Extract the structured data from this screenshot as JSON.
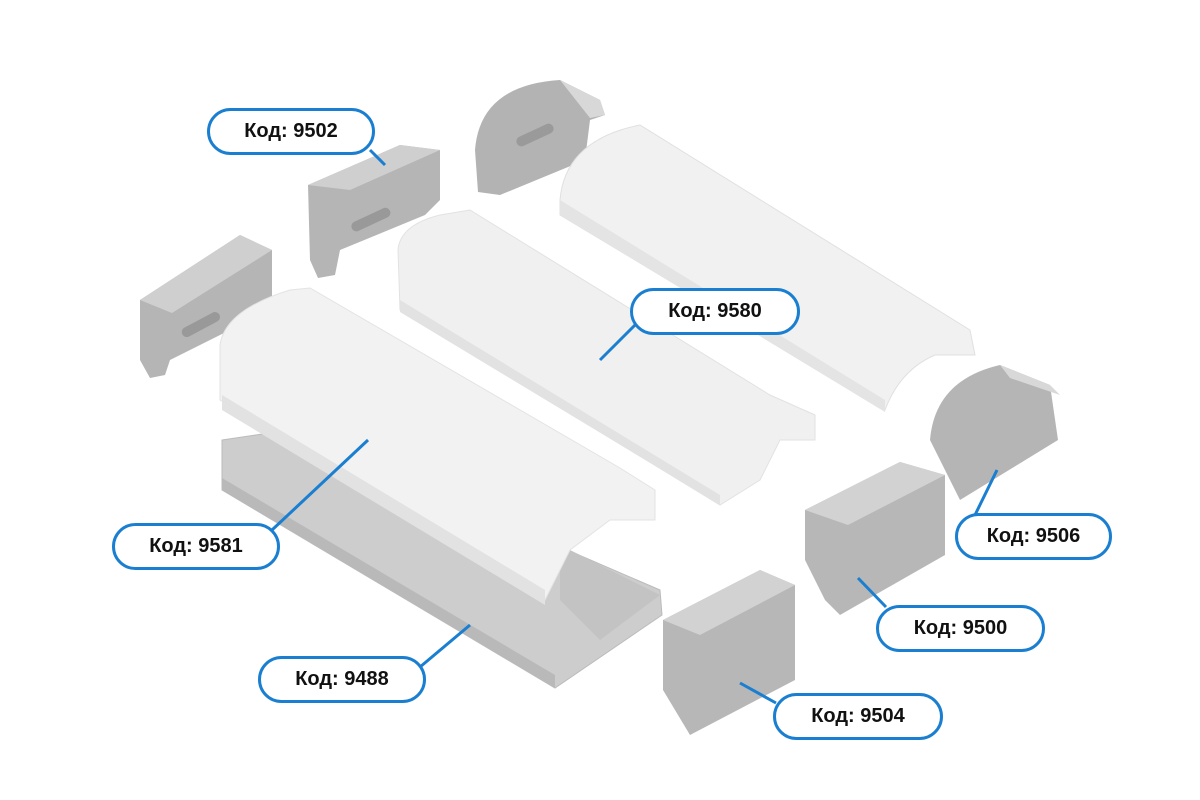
{
  "labels": {
    "l9502": "Код: 9502",
    "l9580": "Код: 9580",
    "l9581": "Код: 9581",
    "l9488": "Код: 9488",
    "l9506": "Код: 9506",
    "l9500": "Код: 9500",
    "l9504": "Код: 9504"
  },
  "colors": {
    "accent": "#1a7fd0",
    "cap": "#b9b9b9",
    "diffuser": "#f3f3f3",
    "profile": "#cfcfcf"
  }
}
